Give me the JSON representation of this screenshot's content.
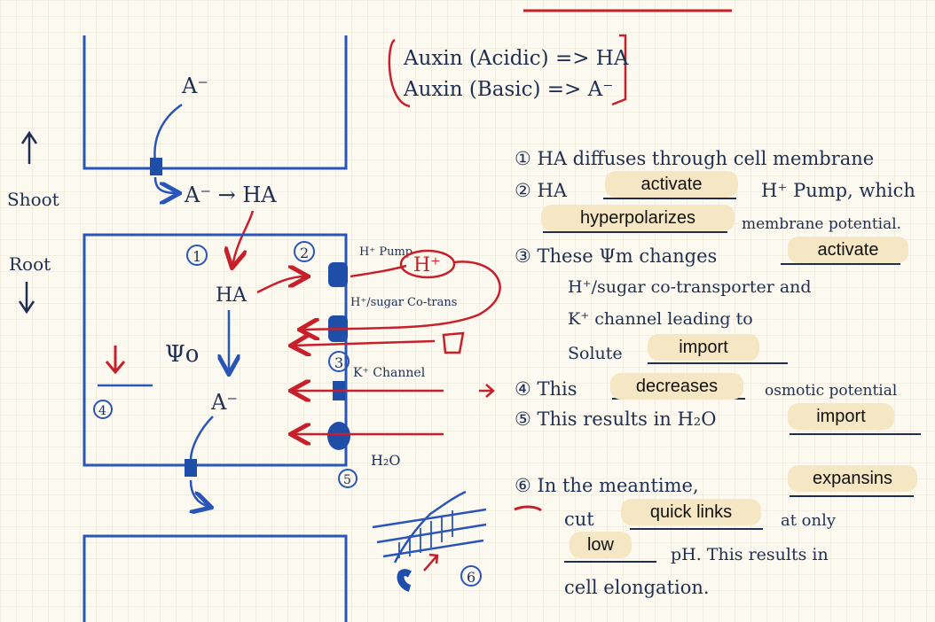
{
  "legend": {
    "line1": "Auxin (Acidic) => HA",
    "line2": "Auxin (Basic) => A⁻"
  },
  "diagram": {
    "shoot_label": "Shoot",
    "root_label": "Root",
    "a_minus_top": "A⁻",
    "conversion": "A⁻ → HA",
    "ha_label": "HA",
    "a_minus_mid": "A⁻",
    "psi_label": "Ψo",
    "pump_label": "H⁺ Pump",
    "hplus_label": "H⁺",
    "cotrans_label": "H⁺/sugar Co-trans",
    "k_channel_label": "K⁺ Channel",
    "h2o_label": "H₂O",
    "num1": "1",
    "num2": "2",
    "num3": "3",
    "num4": "4",
    "num5": "5",
    "num6": "6"
  },
  "notes": {
    "n1": "① HA diffuses through cell membrane",
    "n2a": "② HA",
    "n2b": "H⁺ Pump, which",
    "n2c": "membrane potential.",
    "n3a": "③ These Ψm changes",
    "n3b": "H⁺/sugar co-transporter and",
    "n3c": "K⁺ channel leading to",
    "n3d": "Solute",
    "n4a": "④ This",
    "n4b": "osmotic potential",
    "n5a": "⑤ This results in H₂O",
    "n6a": "⑥ In the meantime,",
    "n6b": "cut",
    "n6c": "at only",
    "n6d": "pH. This results in",
    "n6e": "cell elongation."
  },
  "answers": {
    "activate1": "activate",
    "hyperpolarizes": "hyperpolarizes",
    "activate2": "activate",
    "import1": "import",
    "decreases": "decreases",
    "import2": "import",
    "expansins": "expansins",
    "quick_links": "quick links",
    "low": "low"
  },
  "colors": {
    "paper": "#fbf9f0",
    "grid": "#e8e3d2",
    "ink": "#1f2f52",
    "blue": "#2a55b8",
    "red": "#c8202a",
    "highlight": "#f6e7c4"
  }
}
